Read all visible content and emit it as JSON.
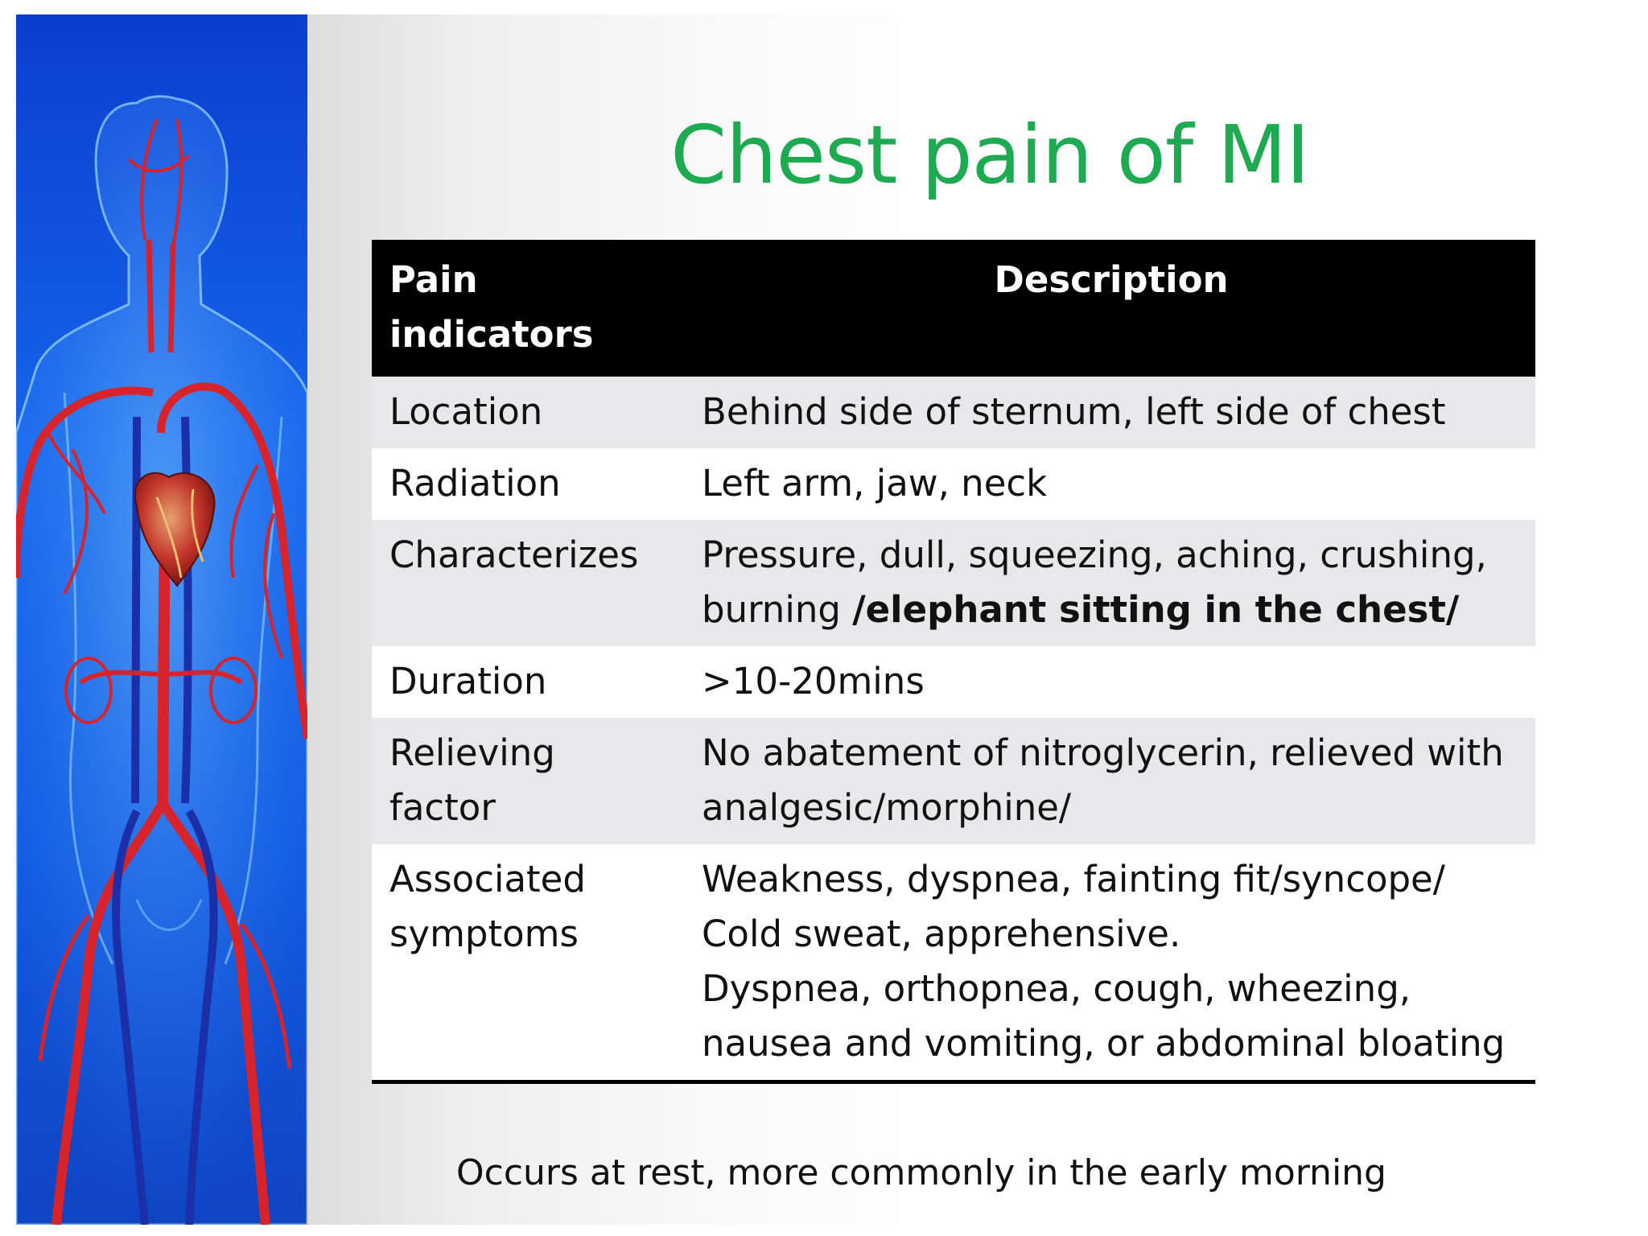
{
  "slide": {
    "title": "Chest pain of MI",
    "table": {
      "headers": [
        "Pain indicators",
        "Description"
      ],
      "rows": [
        {
          "indicator": "Location",
          "description": "Behind side of sternum, left side of chest"
        },
        {
          "indicator": "Radiation",
          "description": "Left arm, jaw, neck"
        },
        {
          "indicator": "Characterizes",
          "description": "Pressure, dull, squeezing, aching, crushing, burning ",
          "emphasis": "/elephant sitting in the chest/"
        },
        {
          "indicator": "Duration",
          "description": ">10-20mins"
        },
        {
          "indicator": "Relieving factor",
          "description": "No abatement of nitroglycerin, relieved with analgesic/morphine/"
        },
        {
          "indicator": "Associated symptoms",
          "description": "Weakness, dyspnea, fainting fit/syncope/ Cold sweat, apprehensive.",
          "description_extra": "Dyspnea, orthopnea, cough, wheezing, nausea and vomiting, or abdominal bloating"
        }
      ]
    },
    "footnote": "Occurs at rest, more commonly in the early morning"
  },
  "colors": {
    "title": "#1eaa50",
    "header_bg": "#000000",
    "row_shade": "#e8e8ea",
    "illustration_bg": "#1565ea",
    "vessels": "#d8232a"
  },
  "icons": {
    "illustration": "human-circulatory-system-illustration"
  }
}
